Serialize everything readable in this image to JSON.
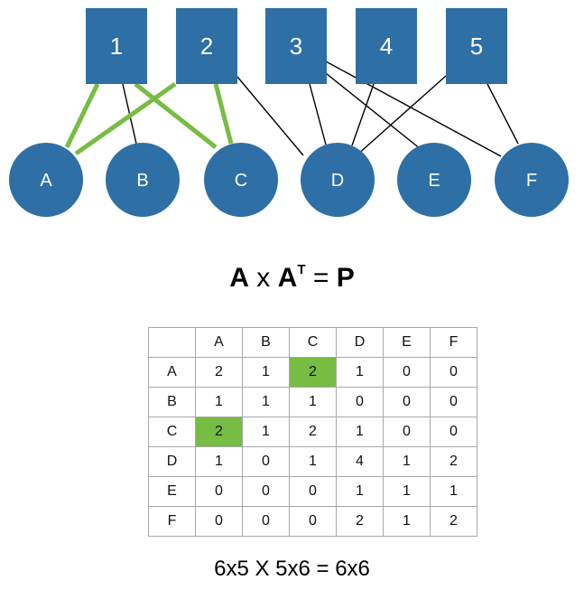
{
  "graph": {
    "top_nodes": [
      "1",
      "2",
      "3",
      "4",
      "5"
    ],
    "bottom_nodes": [
      "A",
      "B",
      "C",
      "D",
      "E",
      "F"
    ],
    "edges": [
      {
        "from": "1",
        "to": "A",
        "highlight": true
      },
      {
        "from": "1",
        "to": "B",
        "highlight": false
      },
      {
        "from": "1",
        "to": "C",
        "highlight": true
      },
      {
        "from": "2",
        "to": "A",
        "highlight": true
      },
      {
        "from": "2",
        "to": "C",
        "highlight": true
      },
      {
        "from": "2",
        "to": "D",
        "highlight": false
      },
      {
        "from": "3",
        "to": "D",
        "highlight": false
      },
      {
        "from": "3",
        "to": "E",
        "highlight": false
      },
      {
        "from": "3",
        "to": "F",
        "highlight": false
      },
      {
        "from": "4",
        "to": "D",
        "highlight": false
      },
      {
        "from": "5",
        "to": "D",
        "highlight": false
      },
      {
        "from": "5",
        "to": "F",
        "highlight": false
      }
    ]
  },
  "equation": {
    "left": "A",
    "times": "x",
    "right": "A",
    "superscript": "T",
    "equals": "=",
    "result": "P"
  },
  "matrix": {
    "columns": [
      "A",
      "B",
      "C",
      "D",
      "E",
      "F"
    ],
    "rows": [
      {
        "label": "A",
        "values": [
          "2",
          "1",
          "2",
          "1",
          "0",
          "0"
        ]
      },
      {
        "label": "B",
        "values": [
          "1",
          "1",
          "1",
          "0",
          "0",
          "0"
        ]
      },
      {
        "label": "C",
        "values": [
          "2",
          "1",
          "2",
          "1",
          "0",
          "0"
        ]
      },
      {
        "label": "D",
        "values": [
          "1",
          "0",
          "1",
          "4",
          "1",
          "2"
        ]
      },
      {
        "label": "E",
        "values": [
          "0",
          "0",
          "0",
          "1",
          "1",
          "1"
        ]
      },
      {
        "label": "F",
        "values": [
          "0",
          "0",
          "0",
          "2",
          "1",
          "2"
        ]
      }
    ],
    "highlighted_cells": [
      [
        0,
        2
      ],
      [
        2,
        0
      ]
    ]
  },
  "dimensions": "6x5 X 5x6 = 6x6",
  "colors": {
    "node_fill": "#2e6fa6",
    "highlight_edge": "#77bd43",
    "normal_edge": "#000000",
    "highlight_cell": "#77bd43"
  }
}
